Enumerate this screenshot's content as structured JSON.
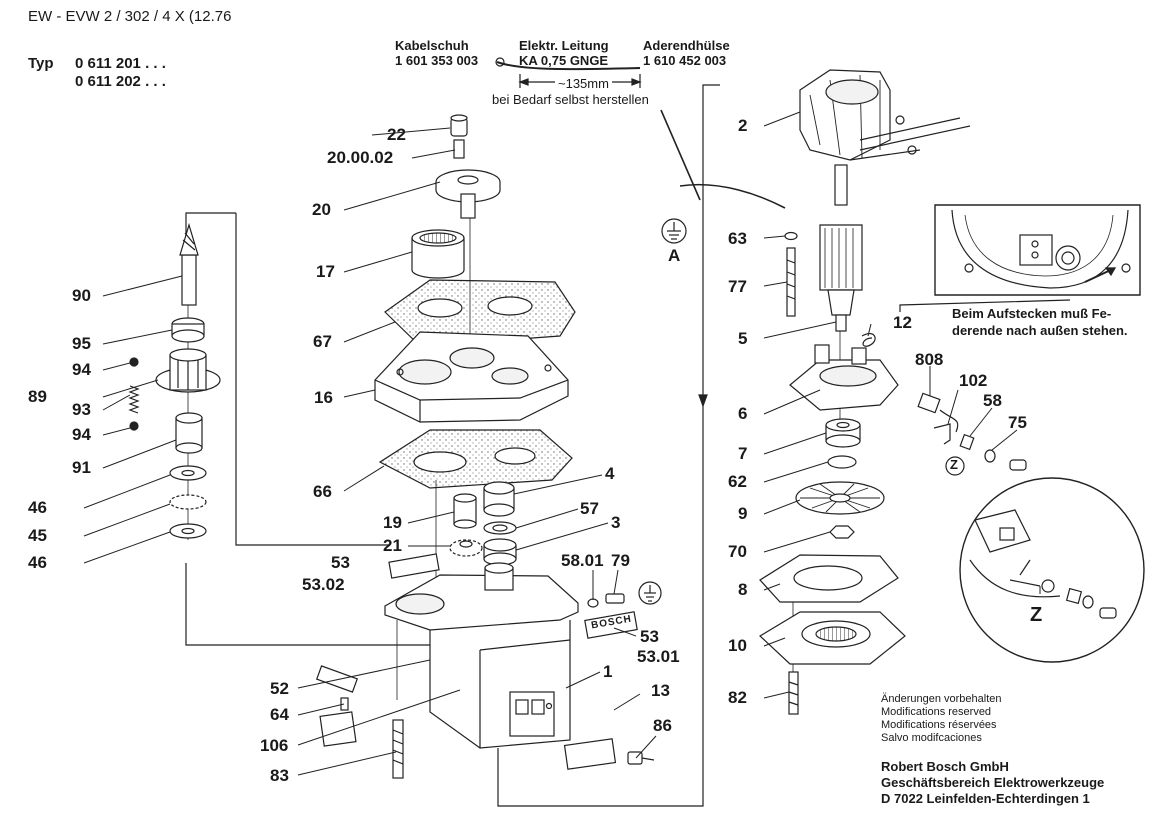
{
  "header": {
    "title": "EW - EVW 2 / 302 / 4 X (12.76",
    "typ_label": "Typ",
    "typ_numbers": [
      "0 611 201  . . .",
      "0 611 202  . . ."
    ]
  },
  "cable": {
    "kabelschuh_title": "Kabelschuh",
    "kabelschuh_number": "1 601 353 003",
    "leitung_title": "Elektr. Leitung",
    "leitung_spec": "KA  0,75 GNGE",
    "aderend_title": "Aderendhülse",
    "aderend_number": "1 610 452 003",
    "length": "~135mm",
    "note": "bei Bedarf selbst herstellen"
  },
  "ground_label": "A",
  "detail_note": [
    "Beim Aufstecken muß Fe-",
    "derende nach außen stehen."
  ],
  "detail_z_label": "Z",
  "z_marker": "Z",
  "footer": {
    "changes": [
      "Änderungen vorbehalten",
      "Modifications reserved",
      "Modifications réservées",
      "Salvo modifcaciones"
    ],
    "company": [
      "Robert Bosch GmbH",
      "Geschäftsbereich Elektrowerkzeuge",
      "D 7022 Leinfelden-Echterdingen 1"
    ]
  },
  "brand_plate": "BOSCH",
  "part_labels": {
    "p22": "22",
    "p20_00_02": "20.00.02",
    "p20": "20",
    "p17": "17",
    "p67": "67",
    "p16": "16",
    "p66": "66",
    "p90": "90",
    "p95": "95",
    "p94a": "94",
    "p89": "89",
    "p93": "93",
    "p94b": "94",
    "p91": "91",
    "p46a": "46",
    "p45": "45",
    "p46b": "46",
    "p4": "4",
    "p57": "57",
    "p3": "3",
    "p19": "19",
    "p21": "21",
    "p53": "53",
    "p53_02": "53.02",
    "p58_01": "58.01",
    "p79": "79",
    "p53b": "53",
    "p53_01": "53.01",
    "p1": "1",
    "p52": "52",
    "p64": "64",
    "p106": "106",
    "p83": "83",
    "p13": "13",
    "p86": "86",
    "p2": "2",
    "p63": "63",
    "p77": "77",
    "p5": "5",
    "p12": "12",
    "p6": "6",
    "p7": "7",
    "p62": "62",
    "p9": "9",
    "p70": "70",
    "p8": "8",
    "p10": "10",
    "p82": "82",
    "p808": "808",
    "p102": "102",
    "p58": "58",
    "p75": "75"
  }
}
